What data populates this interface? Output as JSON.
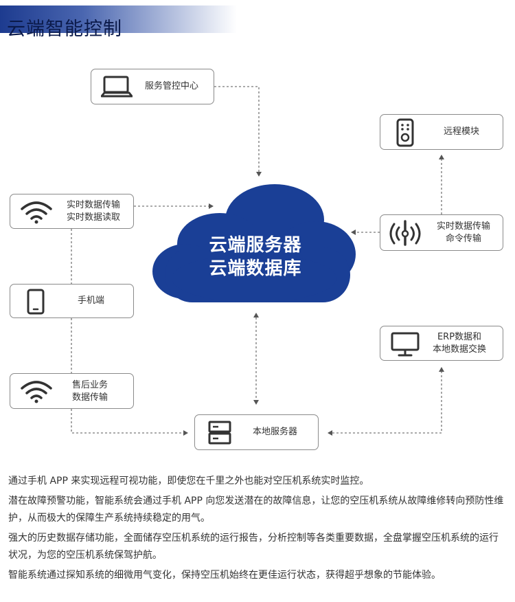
{
  "header": {
    "title": "云端智能控制"
  },
  "cloud": {
    "line1": "云端服务器",
    "line2": "云端数据库"
  },
  "nodes": {
    "service_center": "服务管控中心",
    "wifi_top_1": "实时数据传输",
    "wifi_top_2": "实时数据读取",
    "mobile": "手机端",
    "after_sales_1": "售后业务",
    "after_sales_2": "数据传输",
    "local_server": "本地服务器",
    "remote_module": "远程模块",
    "signal_1": "实时数据传输",
    "signal_2": "命令传输",
    "erp_1": "ERP数据和",
    "erp_2": "本地数据交换"
  },
  "paragraphs": [
    "通过手机 APP 来实现远程可视功能，即使您在千里之外也能对空压机系统实时监控。",
    "潜在故障预警功能，智能系统会通过手机 APP 向您发送潜在的故障信息，让您的空压机系统从故障维修转向预防性维护，从而极大的保障生产系统持续稳定的用气。",
    "强大的历史数据存储功能，全面储存空压机系统的运行报告，分析控制等各类重要数据，全盘掌握空压机系统的运行状况，为您的空压机系统保驾护航。",
    "智能系统通过探知系统的细微用气变化，保持空压机始终在更佳运行状态，获得超乎想象的节能体验。"
  ],
  "colors": {
    "cloud": "#1a3f96",
    "header": "#1d3b8f",
    "line": "#777777",
    "border": "#8a8a8a"
  }
}
